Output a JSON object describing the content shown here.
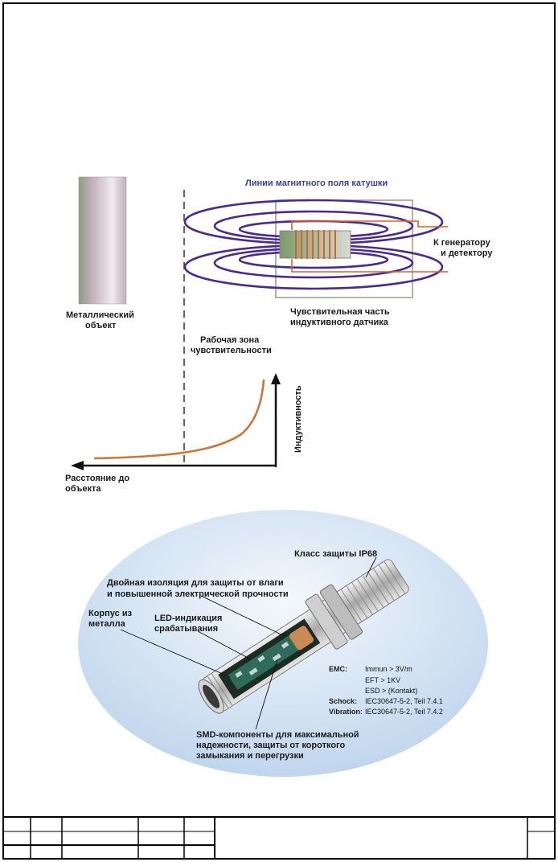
{
  "diagram1": {
    "field_title": "Линии магнитного поля катушки",
    "generator": [
      "К генератору",
      "и детектору"
    ],
    "metal_object": [
      "Металлический",
      "объект"
    ],
    "sensing_part": [
      "Чувствительная часть",
      "индуктивного датчика"
    ],
    "zone": [
      "Рабочая зона",
      "чувствительности"
    ],
    "inductance_axis": "Индуктивность",
    "distance_axis": [
      "Расстояние до",
      "объекта"
    ]
  },
  "diagram2": {
    "ip_class": "Класс защиты IP68",
    "insulation": [
      "Двойная изоляция для защиты от влаги",
      "и повышенной электрической прочности"
    ],
    "body": [
      "Корпус из",
      "металла"
    ],
    "led": [
      "LED-индикация",
      "срабатывания"
    ],
    "specs": [
      {
        "label": "EMC:",
        "value": "Immun > 3V/m"
      },
      {
        "label": "",
        "value": "EFT > 1KV"
      },
      {
        "label": "",
        "value": "ESD > (Kontakt)"
      },
      {
        "label": "Schock:",
        "value": "IEC30647-5-2, Teil 7.4.1"
      },
      {
        "label": "Vibration:",
        "value": "IEC30647-5-2, Teil 7.4.2"
      }
    ],
    "smd": [
      "SMD-компоненты для максимальной",
      "надежности, защиты от короткого",
      "замыкания и перегрузки"
    ]
  },
  "colors": {
    "field_lines": "#4a2a8f",
    "title_blue": "#3b3fa8",
    "curve": "#c8783a",
    "coil": "#d9632a",
    "ellipse_bg": "#cfe0f3"
  }
}
